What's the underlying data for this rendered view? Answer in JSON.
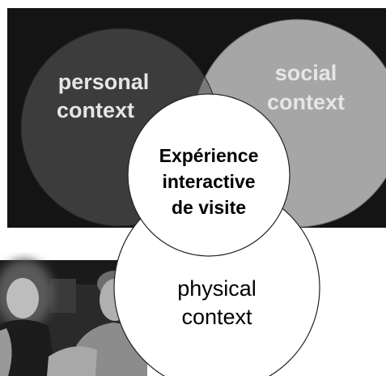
{
  "diagram": {
    "personal": {
      "line1": "personal",
      "line2": "context"
    },
    "social": {
      "line1": "social",
      "line2": "context"
    },
    "center": {
      "line1": "Expérience",
      "line2": "interactive",
      "line3": "de visite"
    },
    "physical": {
      "line1": "physical",
      "line2": "context"
    }
  },
  "colors": {
    "panel": "#141414",
    "personal_circle": "#3c3c3c",
    "social_circle": "#a6a6a6",
    "overlap": "#7a7a7a",
    "label_light": "#e6e6e6",
    "circle_white": "#ffffff"
  },
  "photo": {
    "icon": "people-photo"
  }
}
